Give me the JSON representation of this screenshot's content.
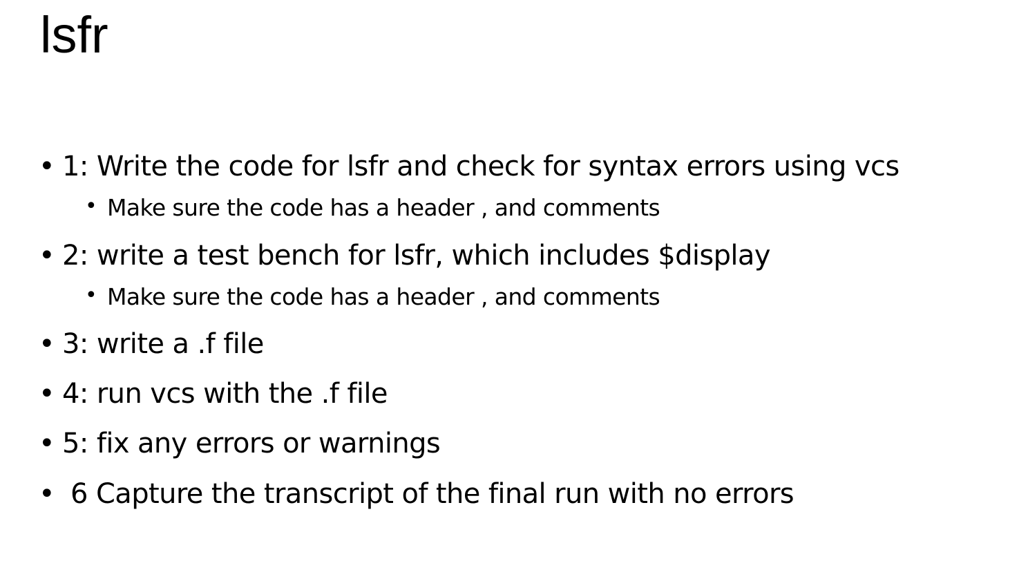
{
  "slide": {
    "title": "lsfr",
    "bullet_glyph": "•",
    "items": [
      {
        "level": 1,
        "text": "1: Write the code for lsfr and check for syntax errors  using vcs"
      },
      {
        "level": 2,
        "text": "Make sure the code has a header , and comments"
      },
      {
        "level": 1,
        "text": "2: write a test bench for lsfr, which includes $display"
      },
      {
        "level": 2,
        "text": "Make sure the code has a header , and comments"
      },
      {
        "level": 1,
        "text": "3: write a .f file"
      },
      {
        "level": 1,
        "text": "4: run vcs with the .f file"
      },
      {
        "level": 1,
        "text": "5: fix any errors or warnings"
      },
      {
        "level": 1,
        "text": "6 Capture the transcript of the final run with no errors"
      }
    ]
  }
}
